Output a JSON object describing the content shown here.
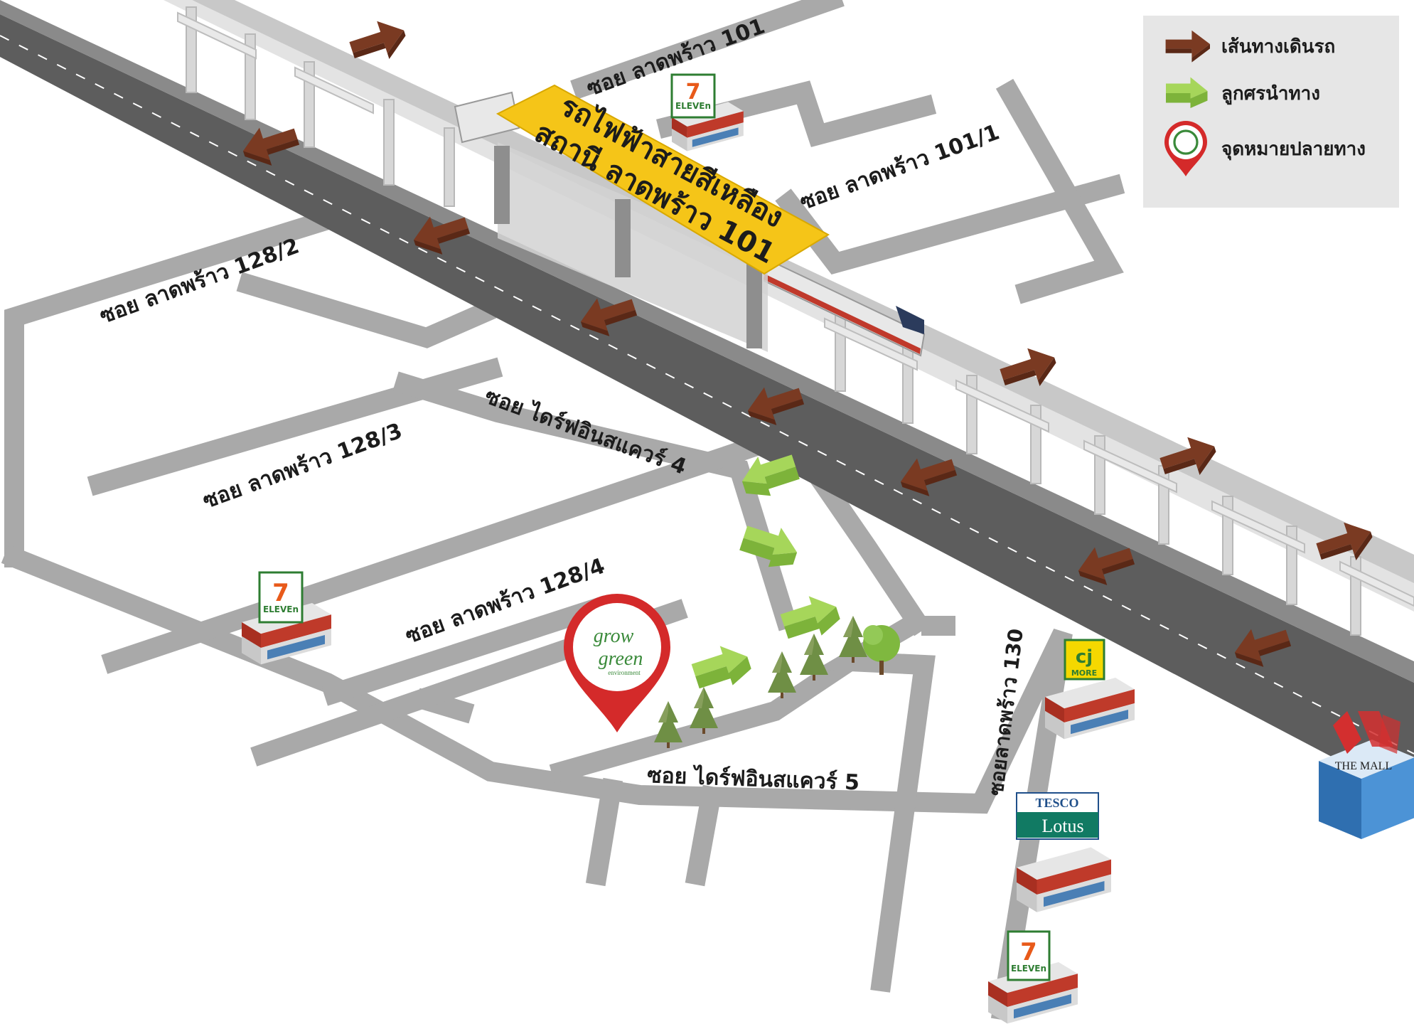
{
  "map": {
    "station_sign": {
      "line1": "รถไฟฟ้าสายสีเหลือง",
      "line2": "สถานี ลาดพร้าว 101"
    },
    "street_labels": {
      "soi_ladprao_101": "ซอย ลาดพร้าว 101",
      "soi_ladprao_101_1": "ซอย ลาดพร้าว 101/1",
      "soi_ladprao_128_2": "ซอย ลาดพร้าว 128/2",
      "soi_ladprao_128_3": "ซอย ลาดพร้าว 128/3",
      "soi_ladprao_128_4": "ซอย ลาดพร้าว 128/4",
      "soi_drive_in_square_4": "ซอย ไดร์ฟอินสแควร์ 4",
      "soi_drive_in_square_5": "ซอย ไดร์ฟอินสแควร์ 5",
      "soi_ladprao_130": "ซอยลาดพร้าว 130"
    },
    "landmarks": {
      "seven_eleven_logo": "ELEVEn",
      "cj_logo": "cj",
      "cj_more": "MORE",
      "tesco_top": "TESCO",
      "tesco_bottom": "Lotus",
      "the_mall": "THE MALL",
      "destination_logo_1": "grow",
      "destination_logo_2": "green",
      "destination_logo_3": "environment"
    },
    "legend": {
      "route": "เส้นทางเดินรถ",
      "arrow": "ลูกศรนำทาง",
      "destination": "จุดหมายปลายทาง"
    },
    "colors": {
      "road": "#a9a9a9",
      "main_road": "#5d5d5d",
      "route_arrow": "#7a3a22",
      "guide_arrow": "#8cc63f",
      "station_sign": "#f5c518",
      "pin": "#d42a2a",
      "rail": "#d7d7d7"
    }
  }
}
